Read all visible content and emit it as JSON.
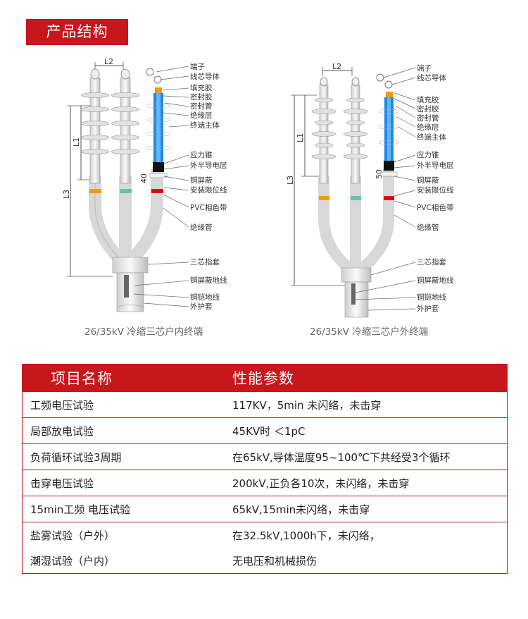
{
  "header": {
    "title": "产品结构"
  },
  "colors": {
    "brand_red": "#c8161d",
    "blue": "#1e88e5",
    "orange": "#f39800",
    "teal": "#5bc8b0",
    "red": "#e60012"
  },
  "diagram_left": {
    "caption": "26/35kV 冷缩三芯户内终端",
    "dims": {
      "l2": "L2",
      "l1": "L1",
      "l3": "L3",
      "d40": "40"
    },
    "labels": [
      "端子",
      "线芯导体",
      "填充胶",
      "密封胶",
      "密封管",
      "绝缘层",
      "终端主体",
      "应力锥",
      "外半导电层",
      "铜屏蔽",
      "安装限位线",
      "PVC相色带",
      "绝缘管",
      "三芯指套",
      "铜屏蔽地线",
      "铜铠地线",
      "外护套"
    ]
  },
  "diagram_right": {
    "caption": "26/35kV 冷缩三芯户外终端",
    "dims": {
      "l2": "L2",
      "l1": "L1",
      "l3": "L3",
      "d50": "50"
    },
    "labels": [
      "端子",
      "线芯导体",
      "填充胶",
      "密封胶",
      "密封管",
      "绝缘层",
      "终端主体",
      "应力锥",
      "外半导电层",
      "铜屏蔽",
      "安装限位线",
      "PVC相色带",
      "绝缘管",
      "三芯指套",
      "铜屏蔽地线",
      "铜铠地线",
      "外护套"
    ]
  },
  "table": {
    "header": {
      "name": "项目名称",
      "value": "性能参数"
    },
    "rows": [
      {
        "name": "工频电压试验",
        "value": "117KV，5min 未闪络，未击穿"
      },
      {
        "name": "局部放电试验",
        "value": "45KV时 ＜1pC"
      },
      {
        "name": "负荷循环试验3周期",
        "value": "在65kV,导体温度95~100℃下共经受3个循环"
      },
      {
        "name": "击穿电压试验",
        "value": "200kV,正负各10次，未闪络，未击穿"
      },
      {
        "name": "15min工频 电压试验",
        "value": "65kV,15min未闪络，未击穿"
      },
      {
        "name": "盐雾试验（户外）",
        "value": "在32.5kV,1000h下，未闪络，"
      },
      {
        "name": "潮湿试验（户内）",
        "value": "无电压和机械损伤"
      }
    ]
  }
}
